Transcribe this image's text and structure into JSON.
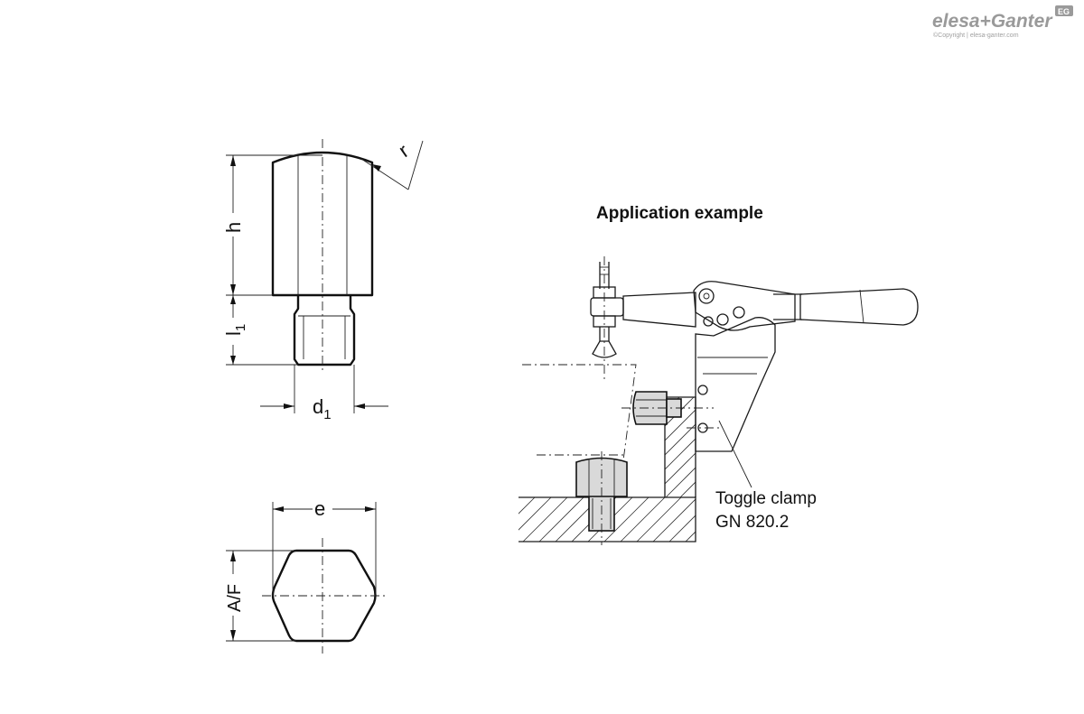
{
  "logo": {
    "brand": "elesa+Ganter",
    "badge": "EG",
    "copyright": "©Copyright | elesa-ganter.com"
  },
  "dimensions": {
    "h": "h",
    "l1_main": "l",
    "l1_sub": "1",
    "r": "r",
    "d1_main": "d",
    "d1_sub": "1",
    "e": "e",
    "af": "A/F"
  },
  "application": {
    "title": "Application example",
    "callout_line1": "Toggle clamp",
    "callout_line2": "GN 820.2"
  },
  "colors": {
    "line": "#111111",
    "part_fill": "#d9d9d9",
    "logo_gray": "#9a9a9a"
  }
}
